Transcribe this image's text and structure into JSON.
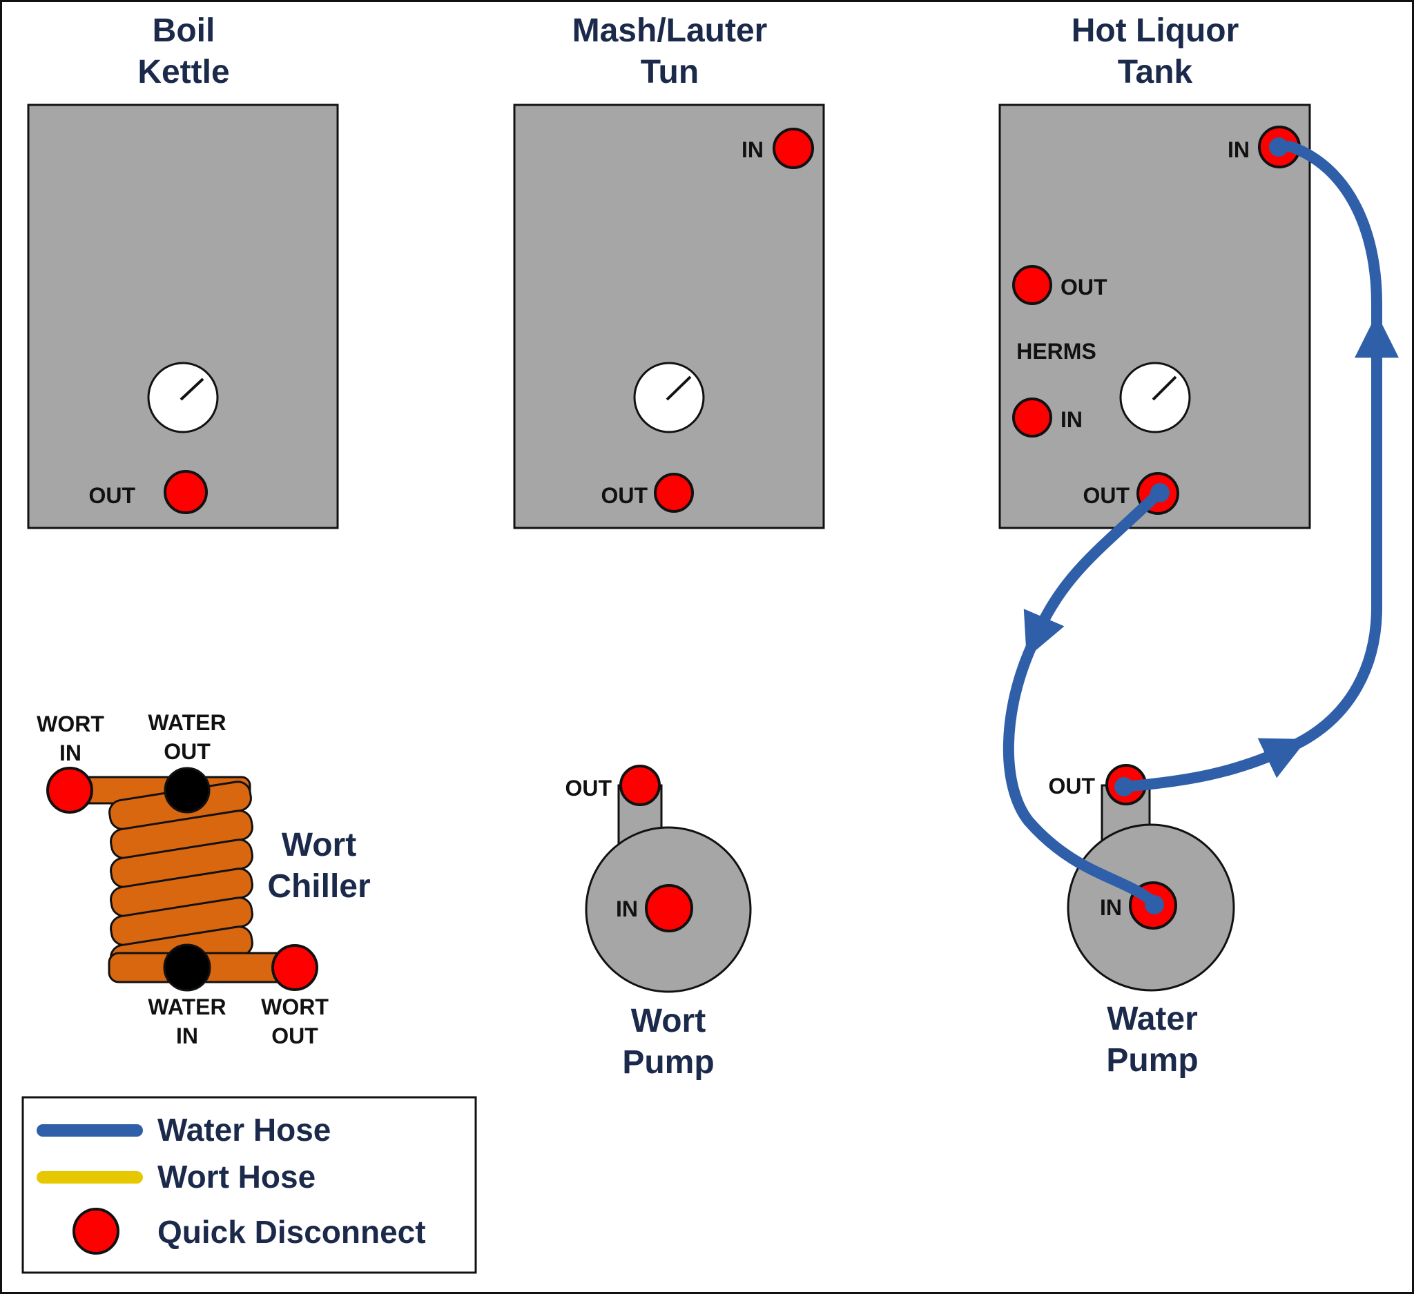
{
  "vessels": {
    "boil_kettle": {
      "title_line1": "Boil",
      "title_line2": "Kettle",
      "out_label": "OUT"
    },
    "mash_tun": {
      "title_line1": "Mash/Lauter",
      "title_line2": "Tun",
      "in_label": "IN",
      "out_label": "OUT"
    },
    "hlt": {
      "title_line1": "Hot Liquor",
      "title_line2": "Tank",
      "in_label": "IN",
      "herms_out_label": "OUT",
      "herms_label": "HERMS",
      "herms_in_label": "IN",
      "out_label": "OUT"
    }
  },
  "chiller": {
    "title_line1": "Wort",
    "title_line2": "Chiller",
    "wort_in_line1": "WORT",
    "wort_in_line2": "IN",
    "water_out_line1": "WATER",
    "water_out_line2": "OUT",
    "water_in_line1": "WATER",
    "water_in_line2": "IN",
    "wort_out_line1": "WORT",
    "wort_out_line2": "OUT"
  },
  "wort_pump": {
    "title_line1": "Wort",
    "title_line2": "Pump",
    "out_label": "OUT",
    "in_label": "IN"
  },
  "water_pump": {
    "title_line1": "Water",
    "title_line2": "Pump",
    "out_label": "OUT",
    "in_label": "IN"
  },
  "legend": {
    "water_hose": "Water Hose",
    "wort_hose": "Wort Hose",
    "quick_disconnect": "Quick Disconnect"
  },
  "colors": {
    "water_hose": "#2e5fa8",
    "wort_hose": "#e6c800",
    "quick_disconnect": "#ff0000",
    "vessel_fill": "#a6a6a6",
    "coil": "#d9670f",
    "title_text": "#1b2a4a"
  }
}
